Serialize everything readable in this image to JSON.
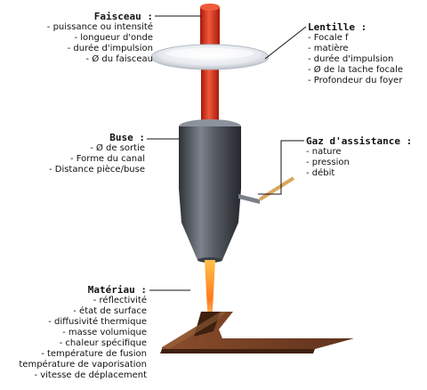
{
  "faisceau": {
    "title": "Faisceau :",
    "items": [
      "- puissance ou intensité",
      "- longueur d'onde",
      "- durée d'impulsion",
      "- Ø du faisceau"
    ]
  },
  "lentille": {
    "title": "Lentille :",
    "items": [
      "- Focale f",
      "- matière",
      "- durée d'impulsion",
      "- Ø de la tache focale",
      "- Profondeur du foyer"
    ]
  },
  "buse": {
    "title": "Buse :",
    "items": [
      "- Ø de sortie",
      "- Forme du canal",
      "- Distance pièce/buse"
    ]
  },
  "gaz": {
    "title": "Gaz d'assistance :",
    "items": [
      "- nature",
      "- pression",
      "- débit"
    ]
  },
  "materiau": {
    "title": "Matériau :",
    "items": [
      "- réflectivité",
      "- état de surface",
      "- diffusivité thermique",
      "- masse volumique",
      "- chaleur spécifique",
      "- température de fusion",
      "température de vaporisation",
      "- vitesse de déplacement"
    ]
  },
  "colors": {
    "beam": "#d8331c",
    "lens": "#e3e6ea",
    "nozzle": "#4a4f57",
    "workpiece": "#6a3a22"
  }
}
